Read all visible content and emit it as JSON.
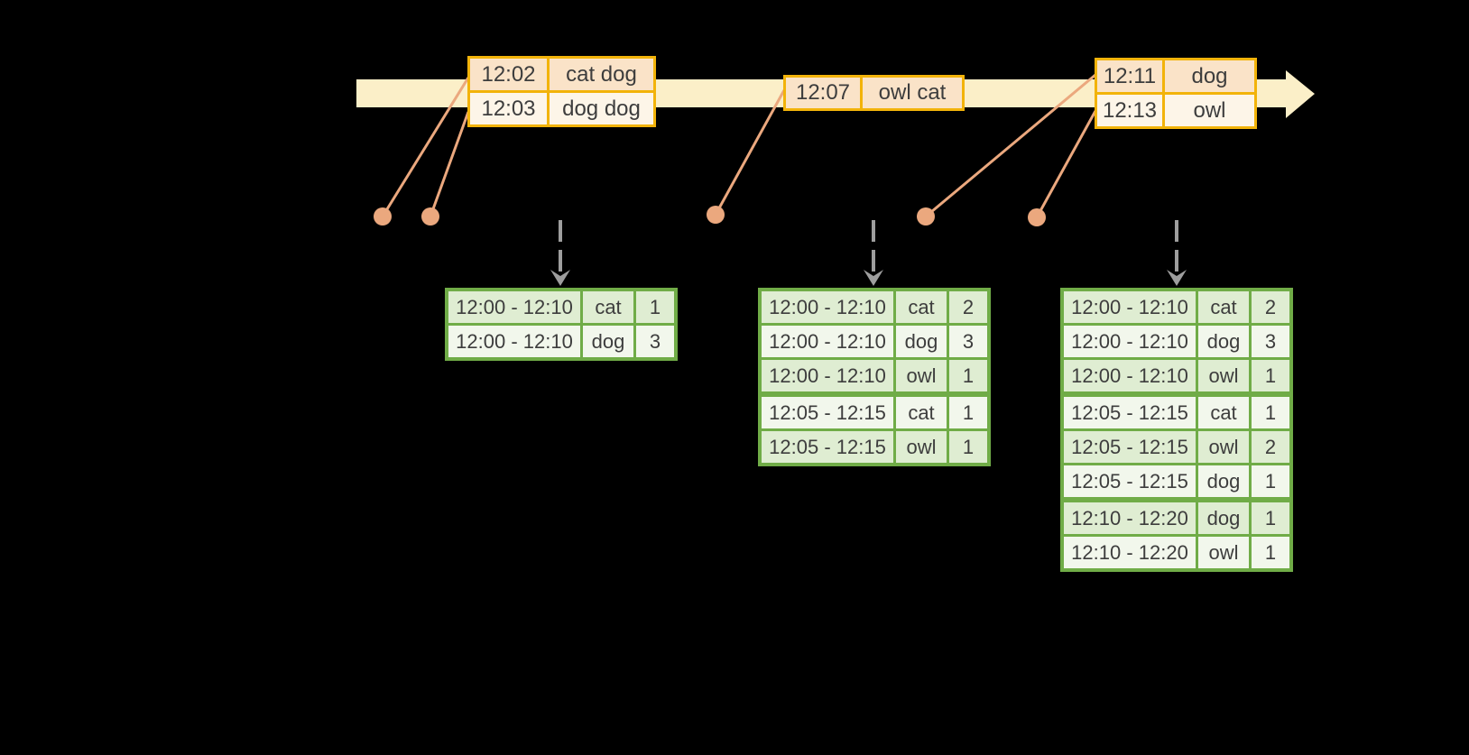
{
  "colors": {
    "background": "#000000",
    "timeline_fill": "#FBEFC8",
    "event_border": "#F2B30A",
    "event_row_a": "#FAE3C8",
    "event_row_b": "#FDF5E8",
    "connector": "#EBA87E",
    "result_border": "#70AC47",
    "result_row_a": "#DFEDD2",
    "result_row_b": "#F2F7EC",
    "flow_arrow": "#9E9E9E",
    "text": "#3D3D3D"
  },
  "stream": {
    "tables": [
      {
        "rows": [
          {
            "time": "12:02",
            "words": "cat dog"
          },
          {
            "time": "12:03",
            "words": "dog dog"
          }
        ]
      },
      {
        "rows": [
          {
            "time": "12:07",
            "words": "owl cat"
          }
        ]
      },
      {
        "rows": [
          {
            "time": "12:11",
            "words": "dog"
          },
          {
            "time": "12:13",
            "words": "owl"
          }
        ]
      }
    ]
  },
  "windows": {
    "tables": [
      {
        "rows": [
          {
            "range": "12:00 - 12:10",
            "key": "cat",
            "count": "1"
          },
          {
            "range": "12:00 - 12:10",
            "key": "dog",
            "count": "3"
          }
        ]
      },
      {
        "rows": [
          {
            "range": "12:00 - 12:10",
            "key": "cat",
            "count": "2"
          },
          {
            "range": "12:00 - 12:10",
            "key": "dog",
            "count": "3"
          },
          {
            "range": "12:00 - 12:10",
            "key": "owl",
            "count": "1"
          },
          {
            "range": "12:05 - 12:15",
            "key": "cat",
            "count": "1",
            "group_start": true
          },
          {
            "range": "12:05 - 12:15",
            "key": "owl",
            "count": "1"
          }
        ]
      },
      {
        "rows": [
          {
            "range": "12:00 - 12:10",
            "key": "cat",
            "count": "2"
          },
          {
            "range": "12:00 - 12:10",
            "key": "dog",
            "count": "3"
          },
          {
            "range": "12:00 - 12:10",
            "key": "owl",
            "count": "1"
          },
          {
            "range": "12:05 - 12:15",
            "key": "cat",
            "count": "1",
            "group_start": true
          },
          {
            "range": "12:05 - 12:15",
            "key": "owl",
            "count": "2"
          },
          {
            "range": "12:05 - 12:15",
            "key": "dog",
            "count": "1"
          },
          {
            "range": "12:10 - 12:20",
            "key": "dog",
            "count": "1",
            "group_start": true
          },
          {
            "range": "12:10 - 12:20",
            "key": "owl",
            "count": "1"
          }
        ]
      }
    ]
  }
}
